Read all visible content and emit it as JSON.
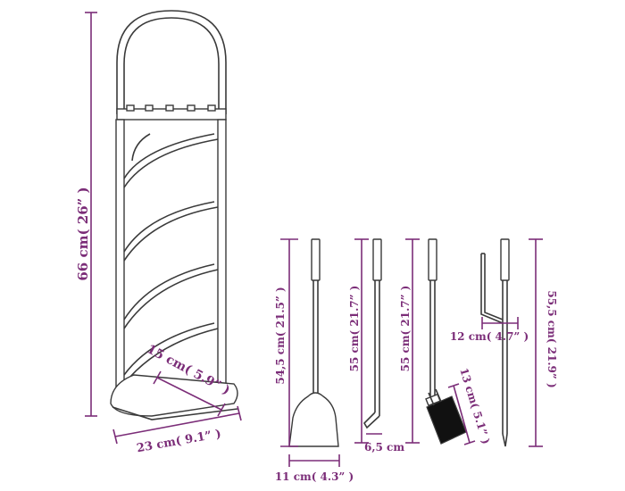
{
  "colors": {
    "dimension": "#7b2d78",
    "outline": "#3a3a3a",
    "brush_fill": "#111111",
    "background": "#ffffff"
  },
  "labels": {
    "stand_height": "66 cm( 26” )",
    "stand_depth": "15 cm( 5.9” )",
    "stand_width": "23 cm( 9.1” )",
    "shovel_height": "54,5 cm( 21.5” )",
    "shovel_width": "11 cm( 4.3” )",
    "tongs_height": "55 cm( 21.7” )",
    "tongs_width": "6,5 cm",
    "brush_height": "55 cm( 21.7” )",
    "brush_width": "13 cm( 5.1” )",
    "poker_height": "55,5 cm( 21.9” )",
    "poker_width": "12 cm( 4.7” )"
  },
  "icons": {
    "stand": "fireplace-tool-stand-icon",
    "shovel": "shovel-icon",
    "tongs": "tongs-icon",
    "brush": "brush-icon",
    "poker": "poker-icon"
  }
}
